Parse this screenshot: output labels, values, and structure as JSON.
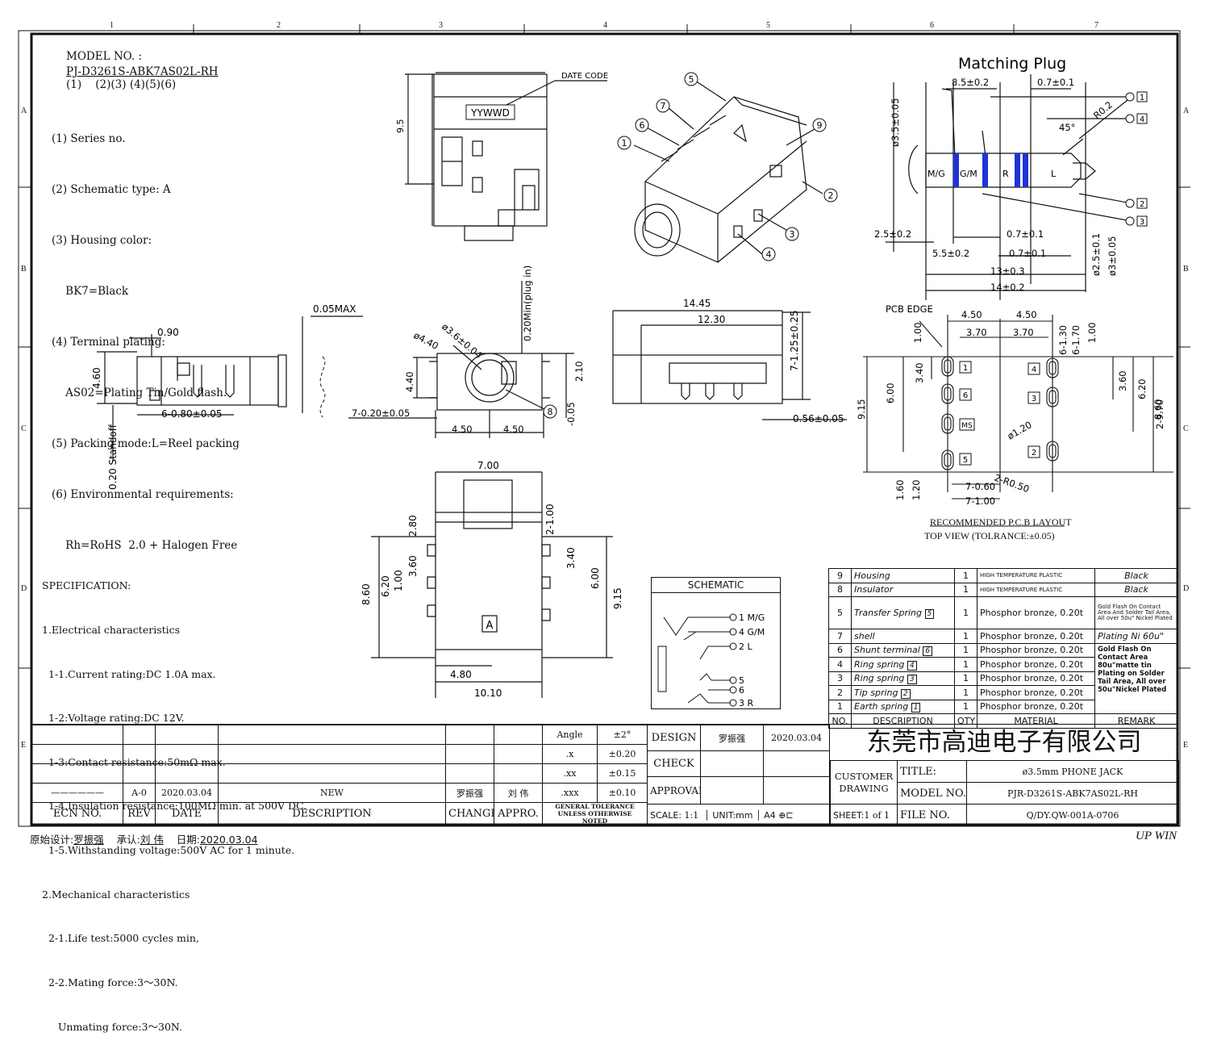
{
  "model": {
    "label": "MODEL NO. :",
    "number": "PJ-D3261S-ABK7AS02L-RH",
    "index_line": "(1)    (2)(3) (4)(5)(6)",
    "items": [
      "(1) Series no.",
      "(2) Schematic type: A",
      "(3) Housing color:",
      "    BK7=Black",
      "(4) Terminal plating:",
      "    AS02=Plating Tin/Gold flash.",
      "(5) Packing mode:L=Reel packing",
      "(6) Environmental requirements:",
      "    Rh=RoHS  2.0 + Halogen Free"
    ]
  },
  "grid": {
    "columns": [
      "1",
      "2",
      "3",
      "4",
      "5",
      "6",
      "7"
    ],
    "rows": [
      "A",
      "B",
      "C",
      "D",
      "E"
    ]
  },
  "top_view": {
    "date_code_label": "DATE CODE",
    "date_code": "YYWWD",
    "dim_height": "9.5"
  },
  "iso_view": {
    "callouts": [
      "1",
      "2",
      "3",
      "4",
      "5",
      "6",
      "7",
      "9"
    ]
  },
  "matching_plug": {
    "title": "Matching Plug",
    "segments": [
      "M/G",
      "G/M",
      "R",
      "L"
    ],
    "dims": [
      "8.5±0.2",
      "0.7±0.1",
      "R0.2",
      "45°",
      "ø3.5±0.05",
      "2.5±0.2",
      "0.7±0.1",
      "5.5±0.2",
      "0.7±0.1",
      "13±0.3",
      "14±0.2",
      "ø2.5±0.1",
      "ø3±0.05"
    ],
    "pins": [
      "1",
      "4",
      "2",
      "3"
    ]
  },
  "side_view": {
    "dims": [
      "0.05MAX",
      "0.90",
      "4.60",
      "6-0.80±0.05",
      "0.20 Standoff"
    ]
  },
  "front_view": {
    "dims": [
      "0.20Min(plug in)",
      "ø3.6±0.04",
      "ø4.40",
      "4.40",
      "2.10",
      "-0.05",
      "7-0.20±0.05",
      "4.50",
      "4.50"
    ],
    "callout": "8"
  },
  "right_view": {
    "dims": [
      "14.45",
      "12.30",
      "7-1.25±0.25",
      "0.56±0.05"
    ]
  },
  "pcb": {
    "edge_label": "PCB EDGE",
    "dims": [
      "4.50",
      "4.50",
      "3.70",
      "3.70",
      "1.00",
      "6-1.30",
      "6-1.70",
      "1.00",
      "3.40",
      "6.00",
      "9.15",
      "3.60",
      "6.20",
      "8.60",
      "2-9.70",
      "ø1.20",
      "2-R0.50",
      "7-0.60",
      "7-1.00",
      "1.60",
      "1.20"
    ],
    "pads_left": [
      "1",
      "6",
      "MS",
      "5"
    ],
    "pads_right": [
      "4",
      "3",
      "2"
    ],
    "caption1": "RECOMMENDED P.C.B LAYOUT",
    "caption2": "TOP VIEW (TOLRANCE:±0.05)"
  },
  "bottom_view": {
    "dims": [
      "7.00",
      "2-1.00",
      "2.80",
      "3.60",
      "6.20",
      "8.60",
      "1.00",
      "3.40",
      "6.00",
      "9.15",
      "4.80",
      "10.10"
    ],
    "mark": "A"
  },
  "spec": {
    "lines": [
      "SPECIFICATION:",
      "1.Electrical characteristics",
      "  1-1.Current rating:DC 1.0A max.",
      "  1-2:Voltage rating:DC 12V.",
      "  1-3:Contact resistance:50mΩ max.",
      "  1-4.Insulation resistance:100MΩ min. at 500V DC.",
      "  1-5.Withstanding voltage:500V AC for 1 minute.",
      "2.Mechanical characteristics",
      "  2-1.Life test:5000 cycles min,",
      "  2-2.Mating force:3～30N.",
      "     Unmating force:3～30N."
    ]
  },
  "schematic": {
    "title": "SCHEMATIC",
    "labels": [
      "1 M/G",
      "4 G/M",
      "2 L",
      "5",
      "6",
      "3 R"
    ]
  },
  "bom": {
    "rows": [
      {
        "no": "9",
        "desc": "Housing",
        "tag": "",
        "qty": "1",
        "material": "HIGH TEMPERATURE PLASTIC",
        "remark": "Black"
      },
      {
        "no": "8",
        "desc": "Insulator",
        "tag": "",
        "qty": "1",
        "material": "HIGH TEMPERATURE PLASTIC",
        "remark": "Black"
      },
      {
        "no": "5",
        "desc": "Transfer Spring",
        "tag": "5",
        "qty": "1",
        "material": "Phosphor bronze, 0.20t",
        "remark": "Gold Flash On Contact Area And Solder Tail Area, All over 50u\" Nickel Plated"
      },
      {
        "no": "7",
        "desc": "shell",
        "tag": "",
        "qty": "1",
        "material": "Phosphor bronze, 0.20t",
        "remark": "Plating Ni 60u\""
      },
      {
        "no": "6",
        "desc": "Shunt terminal",
        "tag": "6",
        "qty": "1",
        "material": "Phosphor bronze, 0.20t",
        "remark": ""
      },
      {
        "no": "4",
        "desc": "Ring spring",
        "tag": "4",
        "qty": "1",
        "material": "Phosphor bronze, 0.20t",
        "remark": ""
      },
      {
        "no": "3",
        "desc": "Ring spring",
        "tag": "3",
        "qty": "1",
        "material": "Phosphor bronze, 0.20t",
        "remark": ""
      },
      {
        "no": "2",
        "desc": "Tip spring",
        "tag": "2",
        "qty": "1",
        "material": "Phosphor bronze, 0.20t",
        "remark": ""
      },
      {
        "no": "1",
        "desc": "Earth spring",
        "tag": "1",
        "qty": "1",
        "material": "Phosphor bronze, 0.20t",
        "remark": ""
      }
    ],
    "merged_remark": "Gold Flash On Contact Area 80u\"matte tin Plating on Solder Tail Area, All over 50u\"Nickel Plated",
    "headers": {
      "no": "NO.",
      "desc": "DESCRIPTION",
      "qty": "QTY",
      "material": "MATERIAL",
      "remark": "REMARK"
    }
  },
  "title_block": {
    "revision": {
      "ecn": "——————",
      "rev": "A-0",
      "date": "2020.03.04",
      "desc": "NEW",
      "change": "罗振强",
      "appro": "刘 伟"
    },
    "headers": {
      "ecn": "ECN NO.",
      "rev": "REV",
      "date": "DATE",
      "desc": "DESCRIPTION",
      "change": "CHANGE",
      "appro": "APPRO."
    },
    "tolerance": [
      {
        "k": "Angle",
        "v": "±2°"
      },
      {
        "k": ".x",
        "v": "±0.20"
      },
      {
        "k": ".xx",
        "v": "±0.15"
      },
      {
        "k": ".xxx",
        "v": "±0.10"
      }
    ],
    "tol_note": "GENERAL TOLERANCE UNLESS OTHERWISE NOTED",
    "design_label": "DESIGN",
    "design_name": "罗振强",
    "design_date": "2020.03.04",
    "check_label": "CHECK",
    "approval_label": "APPROVAL",
    "scale_label": "SCALE:",
    "scale": "1:1",
    "unit_label": "UNIT:",
    "unit": "mm",
    "paper": "A4",
    "company": "东莞市高迪电子有限公司",
    "customer_drawing": "CUSTOMER DRAWING",
    "sheet_label": "SHEET:",
    "sheet": "1 of 1",
    "title_label": "TITLE:",
    "title": "ø3.5mm PHONE JACK",
    "model_label": "MODEL NO.",
    "model": "PJR-D3261S-ABK7AS02L-RH",
    "file_label": "FILE NO.",
    "file": "Q/DY.QW-001A-0706"
  },
  "footer": {
    "designer_label": "原始设计:",
    "designer": "罗振强",
    "approver_label": "承认:",
    "approver": "刘 伟",
    "date_label": "日期:",
    "date": "2020.03.04",
    "brand": "UP WIN"
  },
  "colors": {
    "stripe": "#1f33d6",
    "line": "#111111"
  }
}
